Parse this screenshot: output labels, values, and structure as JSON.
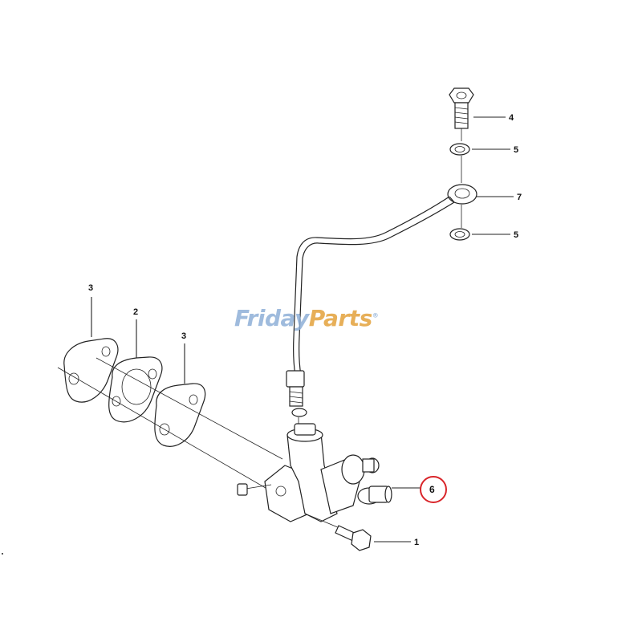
{
  "watermark": {
    "brand_part1": "Friday",
    "brand_part2": "Parts",
    "registered": "®"
  },
  "callouts": [
    {
      "id": "1",
      "label": "1"
    },
    {
      "id": "2",
      "label": "2"
    },
    {
      "id": "3a",
      "label": "3"
    },
    {
      "id": "3b",
      "label": "3"
    },
    {
      "id": "4",
      "label": "4"
    },
    {
      "id": "5a",
      "label": "5"
    },
    {
      "id": "5b",
      "label": "5"
    },
    {
      "id": "6",
      "label": "6",
      "highlighted": true
    },
    {
      "id": "7",
      "label": "7"
    }
  ],
  "colors": {
    "highlight_circle": "#d9252a",
    "line": "#222222",
    "watermark_blue": "#8fb0d8",
    "watermark_orange": "#e3a23c"
  }
}
